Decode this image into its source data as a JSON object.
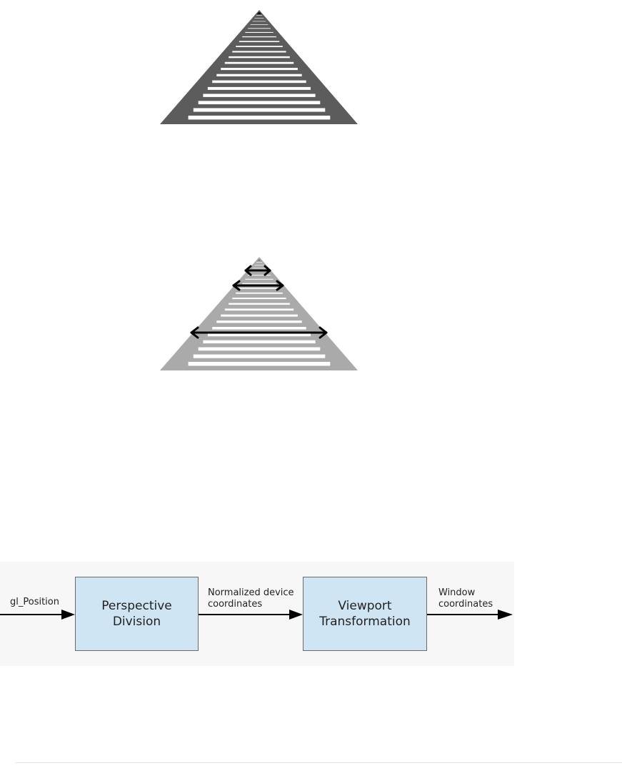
{
  "colors": {
    "rail_dark": "#5a5a5a",
    "rail_light": "#a8a8a8",
    "box_fill": "#cfe5f3",
    "box_border": "#6b6b6b",
    "diagram_bg": "#f7f7f7"
  },
  "pipeline": {
    "input_label": "gl_Position",
    "box1_line1": "Perspective",
    "box1_line2": "Division",
    "mid_label_line1": "Normalized device",
    "mid_label_line2": "coordinates",
    "box2_line1": "Viewport",
    "box2_line2": "Transformation",
    "output_label_line1": "Window",
    "output_label_line2": "coordinates"
  }
}
